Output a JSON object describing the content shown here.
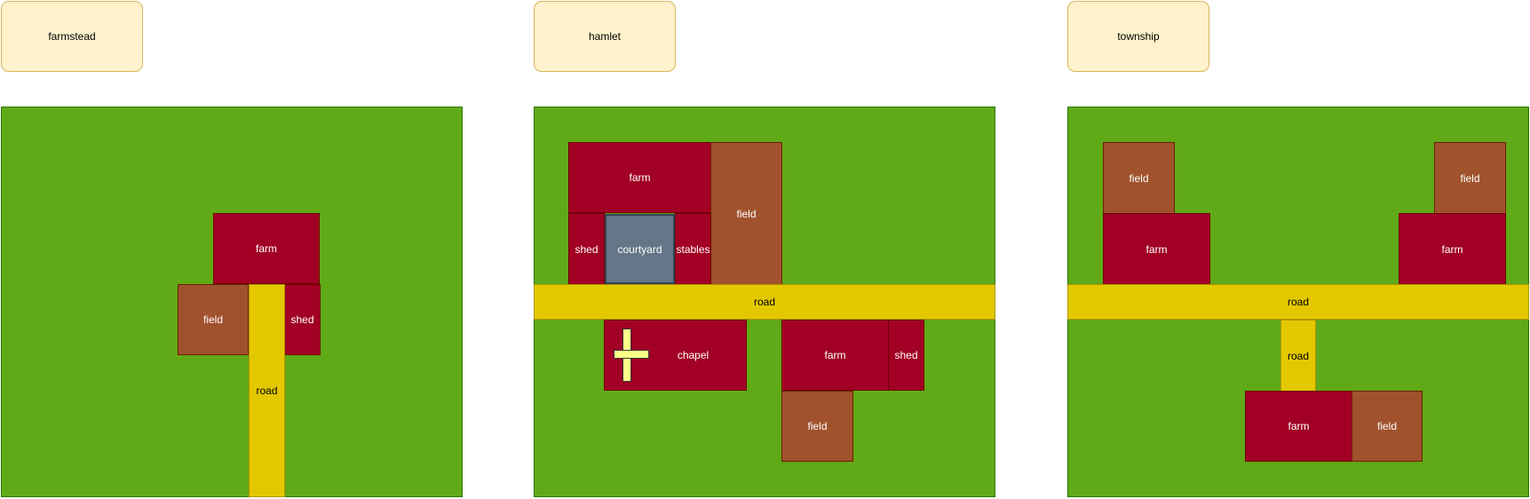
{
  "farmstead": {
    "title": "farmstead",
    "farm": "farm",
    "field": "field",
    "shed": "shed",
    "road": "road"
  },
  "hamlet": {
    "title": "hamlet",
    "farm_top": "farm",
    "field_top": "field",
    "shed_top": "shed",
    "courtyard": "courtyard",
    "stables": "stables",
    "road": "road",
    "chapel": "chapel",
    "farm_bottom": "farm",
    "shed_bottom": "shed",
    "field_bottom": "field"
  },
  "township": {
    "title": "township",
    "field_left": "field",
    "farm_left": "farm",
    "field_right": "field",
    "farm_right": "farm",
    "road_main": "road",
    "road_branch": "road",
    "farm_bottom": "farm",
    "field_bottom": "field"
  },
  "colors": {
    "grass": "#60a917",
    "farm": "#a20025",
    "field": "#a0522d",
    "road": "#e3c800",
    "courtyard": "#647687",
    "title_box": "#fff2cc",
    "chapel_cross": "#ffff88"
  }
}
